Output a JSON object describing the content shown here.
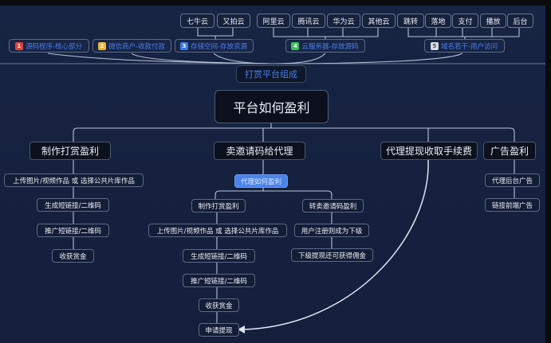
{
  "colors": {
    "background": "#15213f",
    "node_border": "#5a6a88",
    "link": "#c5cee0",
    "accent_blue": "#4a84ea",
    "badge_1": "#e0433c",
    "badge_2": "#f0b23a",
    "badge_3": "#3c7ae8",
    "badge_4": "#38c25a",
    "badge_5": "#d6dbe4"
  },
  "composition": {
    "title": "打赏平台组成",
    "clouds_storage": [
      "七牛云",
      "又拍云"
    ],
    "clouds_server": [
      "阿里云",
      "腾讯云",
      "华为云",
      "其他云"
    ],
    "domain_uses": [
      "跳转",
      "落地",
      "支付",
      "播放",
      "后台"
    ],
    "parts": [
      {
        "badge": "1",
        "label": "源码程序-核心部分"
      },
      {
        "badge": "2",
        "label": "微信商户-收款付款"
      },
      {
        "badge": "3",
        "label": "存储空间-存放资源"
      },
      {
        "badge": "4",
        "label": "云服务器-存放源码"
      },
      {
        "badge": "5",
        "label": "域名若干-用户访问"
      }
    ]
  },
  "profit": {
    "root": "平台如何盈利",
    "branches": [
      {
        "label": "制作打赏盈利",
        "steps": [
          "上传图片/视频作品 或 选择公共片库作品",
          "生成短链接/二维码",
          "推广短链接/二维码",
          "收获赏金"
        ]
      },
      {
        "label": "卖邀请码给代理",
        "sub_title": "代理如何盈利",
        "left": {
          "label": "制作打赏盈利",
          "steps": [
            "上传图片/视频作品 或 选择公共片库作品",
            "生成短链接/二维码",
            "推广短链接/二维码",
            "收获赏金",
            "申请提现"
          ]
        },
        "right": {
          "label": "转卖邀请码盈利",
          "steps": [
            "用户注册则成为下级",
            "下级提现还可获得佣金"
          ]
        }
      },
      {
        "label": "代理提现收取手续费"
      },
      {
        "label": "广告盈利",
        "steps": [
          "代理后台广告",
          "链接前端广告"
        ]
      }
    ]
  }
}
